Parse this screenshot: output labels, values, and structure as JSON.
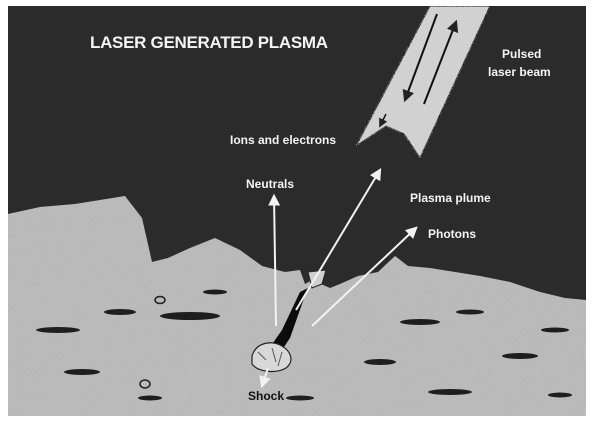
{
  "title": "LASER GENERATED PLASMA",
  "labels": {
    "pulsed_laser_beam_line1": "Pulsed",
    "pulsed_laser_beam_line2": "laser beam",
    "ions_and_electrons": "Ions and electrons",
    "neutrals": "Neutrals",
    "plasma_plume": "Plasma plume",
    "photons": "Photons",
    "shock": "Shock"
  },
  "colors": {
    "background": "#2b2b2b",
    "sample_surface": "#b9b9b9",
    "arrows": "#f2f2f2",
    "beam": "#d4d4d4"
  }
}
